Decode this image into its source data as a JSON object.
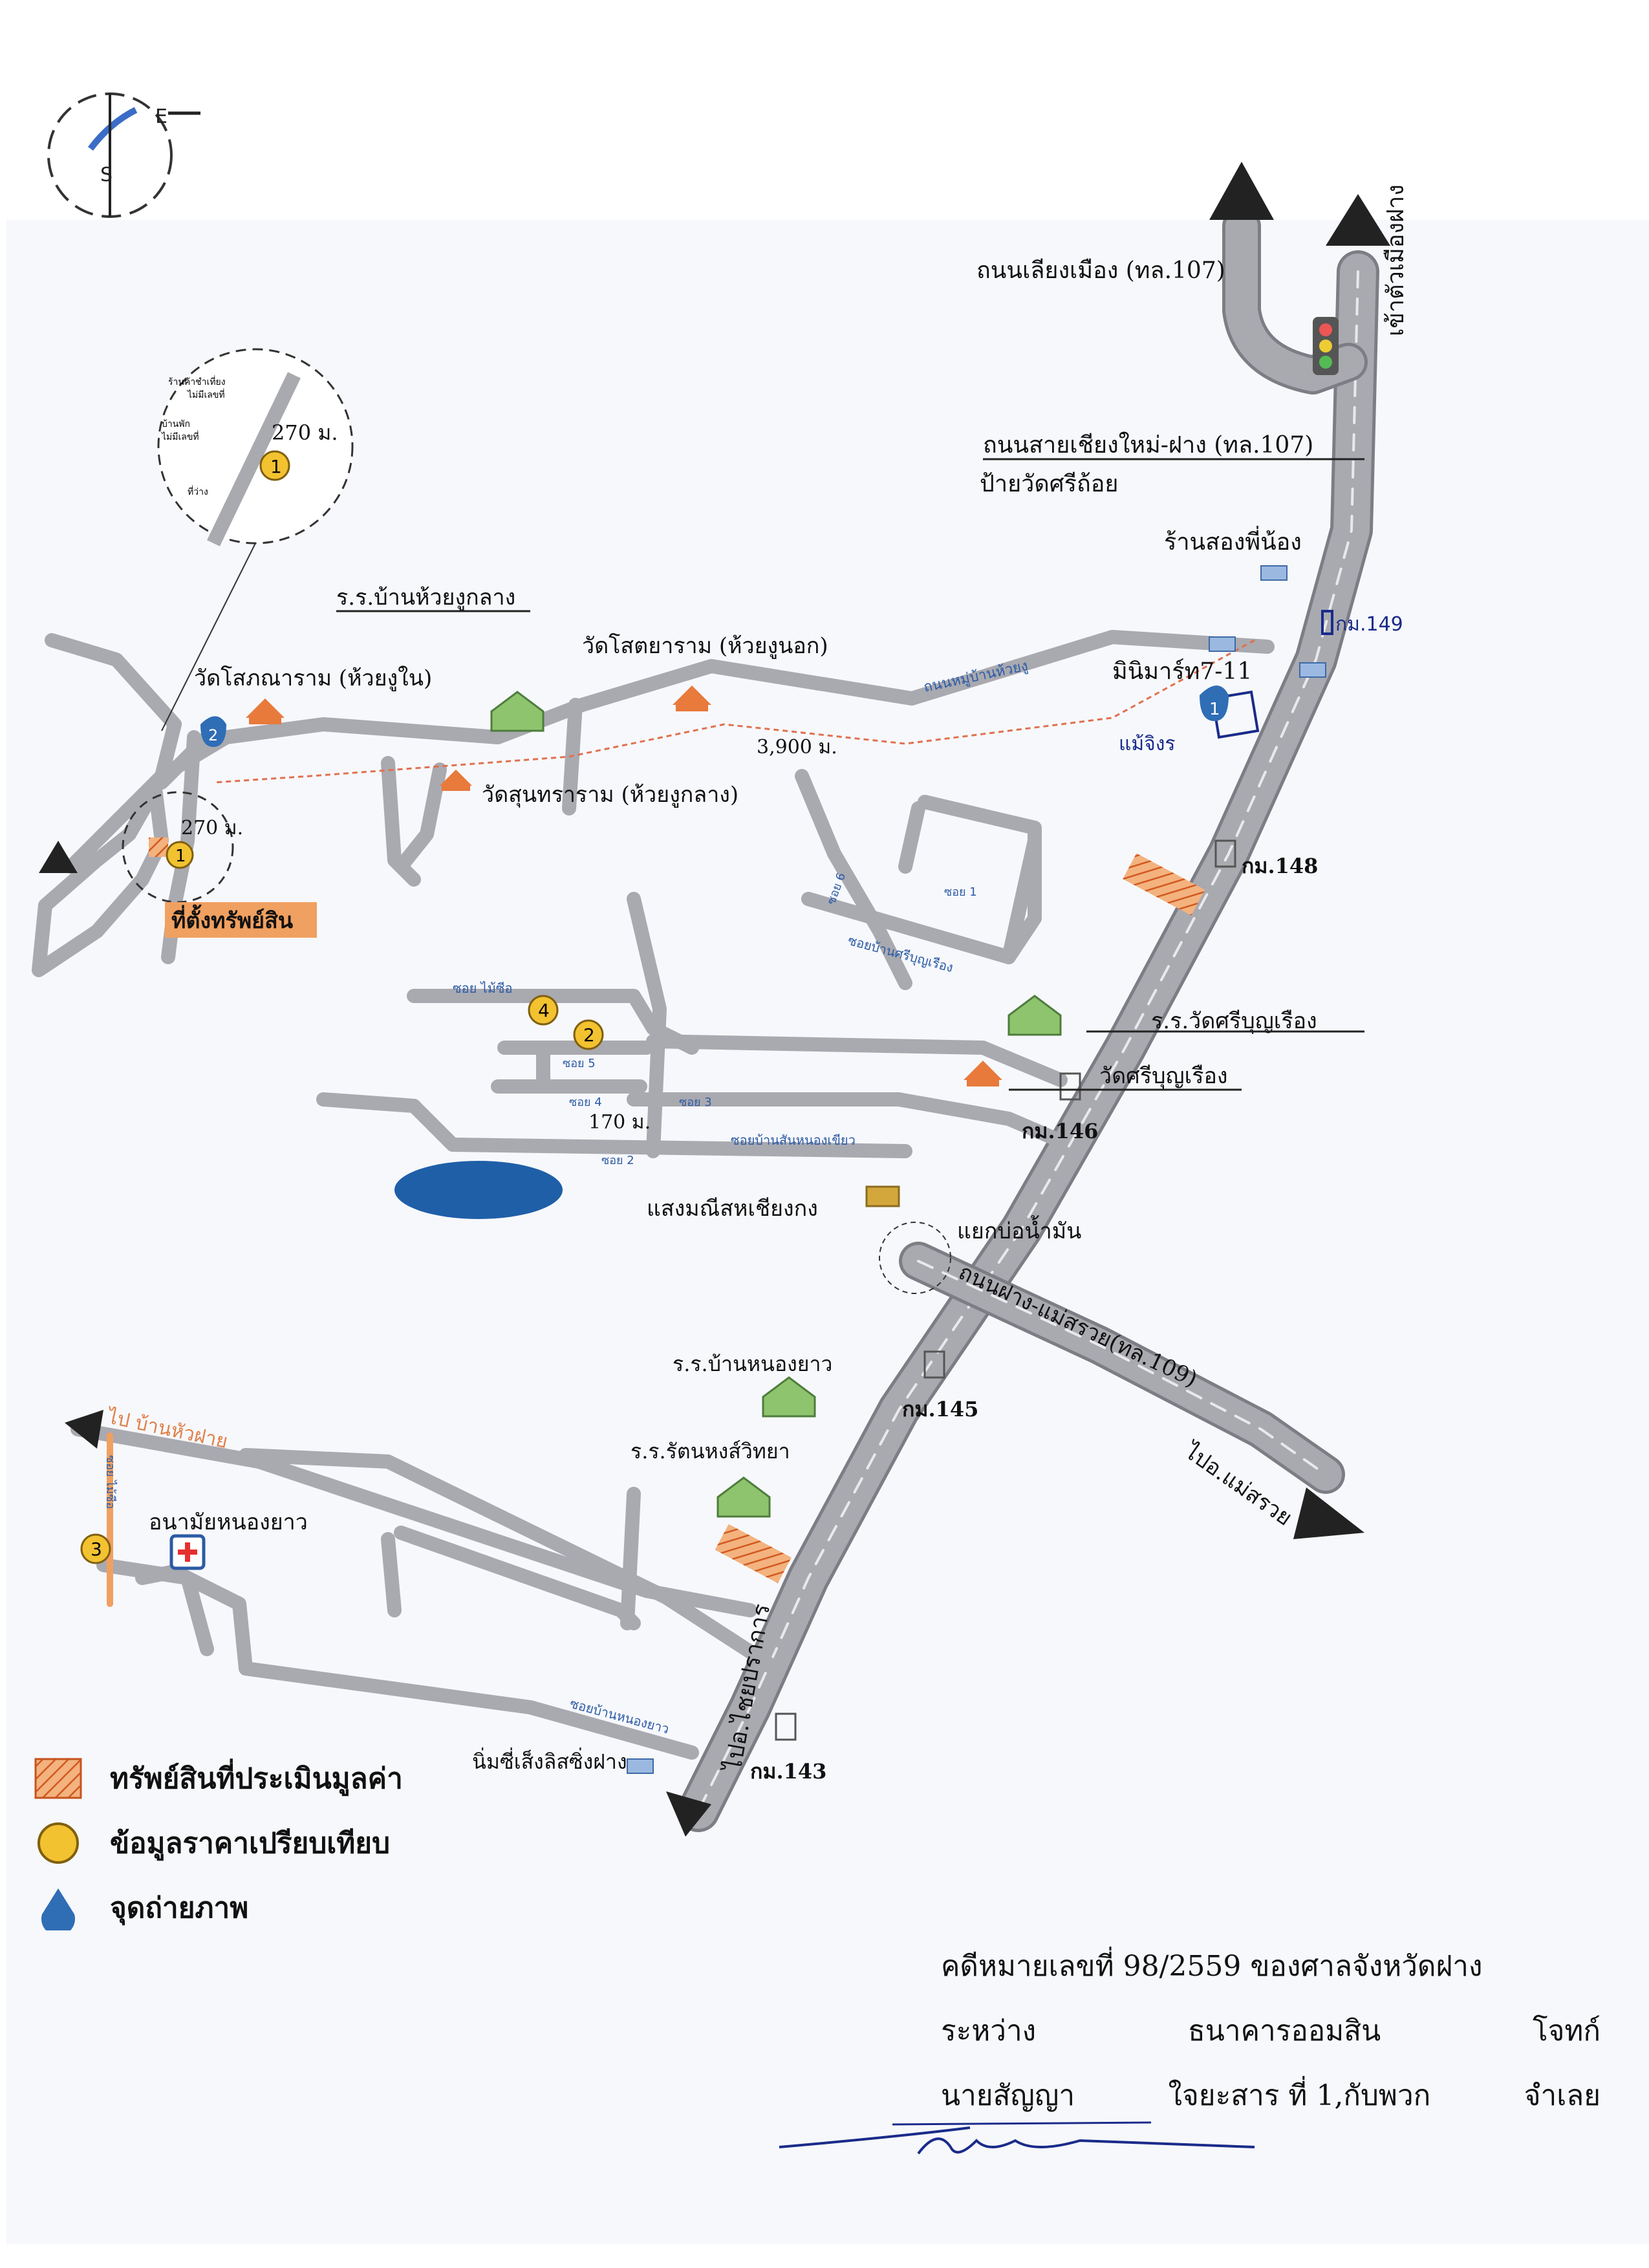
{
  "roads": {
    "road_107_a": "ถนนเลียงเมือง (ทล.107)",
    "road_107_b": "ถนนสายเชียงใหม่-ฝาง (ทล.107)",
    "road_109": "ถนนฝาง-แม่สรวย(ทล.109)",
    "to_fang": "เข้าตัวเมืองฝาง",
    "to_chaiprakan": "ไปอ.ไชยปราการ",
    "to_maesuai": "ไปอ.แม่สรวย",
    "to_ban_huafai": "ไป บ้านหัวฝาย",
    "road_huaiyu": "ถนนหมู่บ้านห้วยงู",
    "soi_maisuea": "ซอย ไม้ซีอ",
    "soi_nongyao": "ซอยบ้านหนองยาว",
    "soi_nongkhiao": "ซอยบ้านสันหนองเขียว",
    "soi_sriboon": "ซอยบ้านศรีบุญเรือง",
    "soi_maisuea_2": "ซอย ไม้ซีอ",
    "soi_1": "ซอย 1",
    "soi_2": "ซอย 2",
    "soi_3": "ซอย 3",
    "soi_4": "ซอย 4",
    "soi_5": "ซอย 5",
    "soi_6": "ซอย 6"
  },
  "places": {
    "sign_wat": "ป้ายวัดศรีถ้อย",
    "shop_song": "ร้านสองพี่น้อง",
    "minimart": "มินิมาร์ท7-11",
    "handwritten_1": "แม้จิงร",
    "km149": "กม.149",
    "km148": "กม.148",
    "km146": "กม.146",
    "km145": "กม.145",
    "km143": "กม.143",
    "school_huaiyu": "ร.ร.บ้านห้วยงูกลาง",
    "wat_sopana": "วัดโสภณาราม (ห้วยงูใน)",
    "wat_sotaya": "วัดโสตยาราม (ห้วยงูนอก)",
    "wat_sunthara": "วัดสุนทราราม (ห้วยงูกลาง)",
    "school_sriboon": "ร.ร.วัดศรีบุญเรือง",
    "wat_sriboon": "วัดศรีบุญเรือง",
    "saengmanee": "แสงมณีสหเชียงกง",
    "junction": "แยกบ่อน้ำมัน",
    "school_nongyao": "ร.ร.บ้านหนองยาว",
    "school_rattana": "ร.ร.รัตนหงส์วิทยา",
    "health": "อนามัยหนองยาว",
    "nimsee": "นิ่มซี่เส็งลิสซิ่งฝาง",
    "property": "ที่ตั้งทรัพย์สิน",
    "dist_3900": "3,900 ม.",
    "dist_270_a": "270 ม.",
    "dist_270_b": "270 ม.",
    "dist_170": "170 ม.",
    "inset_1": "ร้านค้าชำเที่ยง",
    "inset_2": "ไม่มีเลขที่",
    "inset_3": "บ้านพัก",
    "inset_4": "ไม่มีเลขที่",
    "inset_5": "ที่ว่าง"
  },
  "markers": {
    "m1a": "1",
    "m1b": "1",
    "m1c": "1",
    "m2": "2",
    "m2b": "2",
    "m3": "3",
    "m4": "4"
  },
  "compass": {
    "e": "E",
    "s": "S"
  },
  "legend": {
    "item1": "ทรัพย์สินที่ประเมินมูลค่า",
    "item2": "ข้อมูลราคาเปรียบเทียบ",
    "item3": "จุดถ่ายภาพ"
  },
  "case": {
    "line1": "คดีหมายเลขที่ 98/2559  ของศาลจังหวัดฝาง",
    "l2a": "ระหว่าง",
    "l2b": "ธนาคารออมสิน",
    "l2c": "โจทก์",
    "l3a": "นายสัญญา",
    "l3b": "ใจยะสาร ที่ 1,กับพวก",
    "l3c": "จำเลย"
  },
  "colors": {
    "road": "#a9a9b0",
    "road_edge": "#7d7d85",
    "orange": "#f0a060",
    "marker": "#f3c230",
    "photo": "#2f6db5",
    "lake": "#1f5fa8",
    "red_dash": "#e07050"
  }
}
